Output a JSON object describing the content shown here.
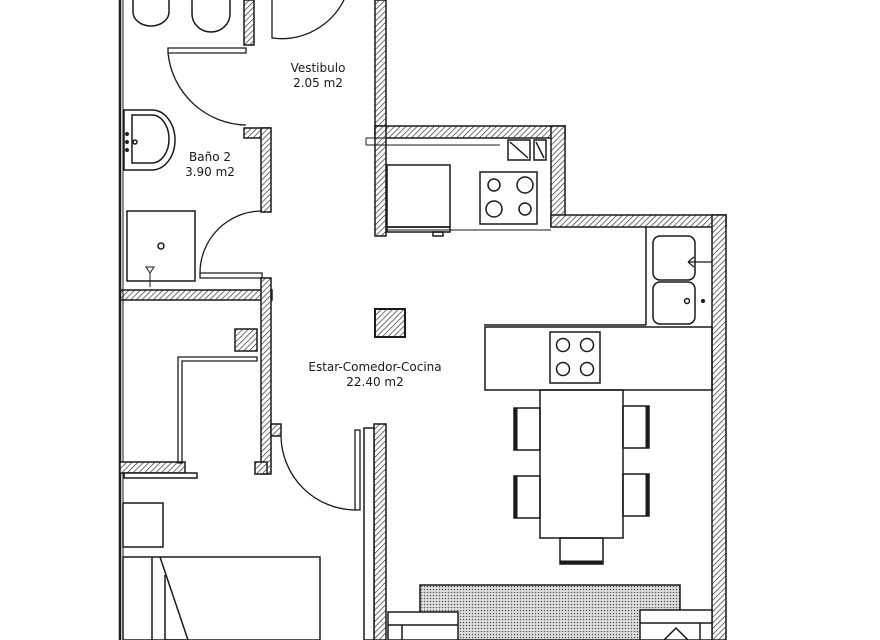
{
  "plan": {
    "type": "apartment floor plan",
    "colors": {
      "wall_fill": "#ffffff",
      "wall_hatch": "#333333",
      "line": "#1a1a1a",
      "rug": "#bdbdbd",
      "background": "#ffffff"
    },
    "rooms": [
      {
        "name": "Vestibulo",
        "area": "2.05 m2"
      },
      {
        "name": "Baño 2",
        "area": "3.90 m2"
      },
      {
        "name": "Estar-Comedor-Cocina",
        "area": "22.40 m2"
      }
    ],
    "fixtures": [
      "toilet",
      "bidet",
      "washbasin",
      "shower-tray",
      "kitchen-counter",
      "cooktop",
      "double-sink",
      "island-cooktop",
      "dining-table",
      "dining-chairs",
      "rug",
      "wardrobe",
      "bed",
      "nightstand"
    ]
  }
}
